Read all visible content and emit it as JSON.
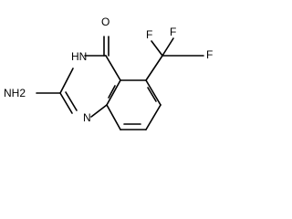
{
  "molecule": {
    "atoms": {
      "nh2": "NH2",
      "nh": "HN",
      "n": "N",
      "o": "O",
      "f_top": "F",
      "f_right": "F",
      "f_left": "F"
    }
  }
}
